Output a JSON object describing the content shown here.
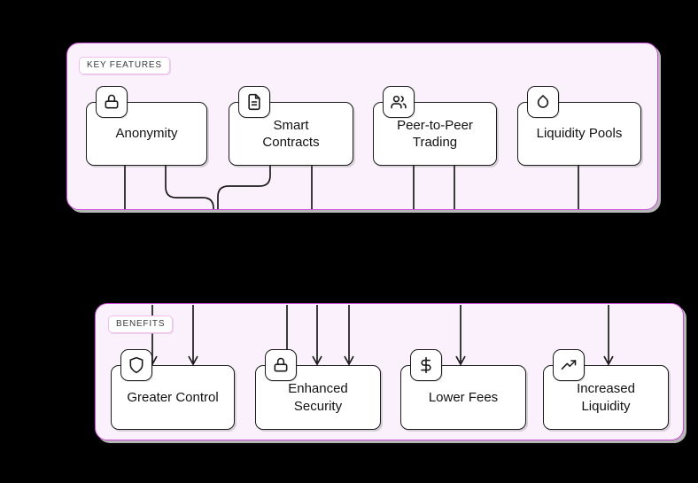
{
  "diagram": {
    "title": "DeFi features and benefits flowchart",
    "colors": {
      "page_background": "#000000",
      "group_fill": "#fbf1fc",
      "group_border": "#c94fd6",
      "node_fill": "#ffffff",
      "node_border": "#1a1a1a",
      "edge_color": "#1b1b1b",
      "label_text": "#3a3a3a"
    },
    "groups": [
      {
        "label": "KEY FEATURES",
        "nodes": [
          {
            "label": "Anonymity",
            "icon": "lock-icon"
          },
          {
            "label": "Smart\nContracts",
            "icon": "document-icon"
          },
          {
            "label": "Peer-to-Peer\nTrading",
            "icon": "users-icon"
          },
          {
            "label": "Liquidity Pools",
            "icon": "droplet-icon"
          }
        ]
      },
      {
        "label": "BENEFITS",
        "nodes": [
          {
            "label": "Greater Control",
            "icon": "shield-icon"
          },
          {
            "label": "Enhanced\nSecurity",
            "icon": "lock-icon"
          },
          {
            "label": "Lower Fees",
            "icon": "dollar-icon"
          },
          {
            "label": "Increased\nLiquidity",
            "icon": "trending-up-icon"
          }
        ]
      }
    ],
    "edges": [
      {
        "from": "Anonymity",
        "to": "Greater Control"
      },
      {
        "from": "Anonymity",
        "to": "Enhanced Security"
      },
      {
        "from": "Smart Contracts",
        "to": "Greater Control"
      },
      {
        "from": "Smart Contracts",
        "to": "Enhanced Security"
      },
      {
        "from": "Peer-to-Peer Trading",
        "to": "Enhanced Security"
      },
      {
        "from": "Peer-to-Peer Trading",
        "to": "Lower Fees"
      },
      {
        "from": "Liquidity Pools",
        "to": "Increased Liquidity"
      }
    ]
  }
}
